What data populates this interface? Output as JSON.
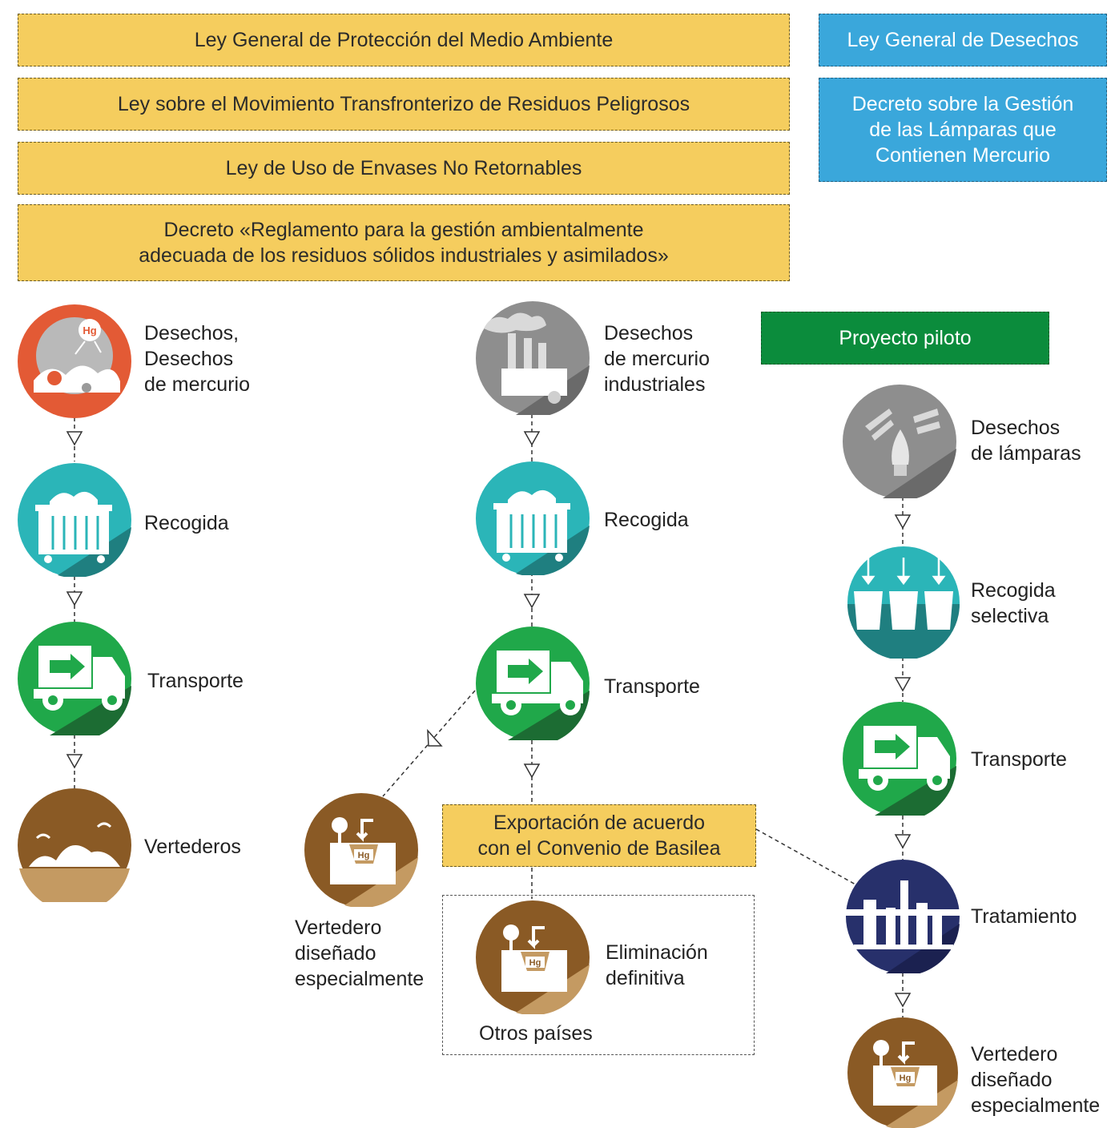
{
  "laws": [
    {
      "text": "Ley General de Protección del Medio Ambiente"
    },
    {
      "text": "Ley sobre el Movimiento Transfronterizo de Residuos Peligrosos"
    },
    {
      "text": "Ley de Uso de Envases No Retornables"
    },
    {
      "text": "Decreto «Reglamento para la gestión ambientalmente\nadecuada de los residuos sólidos industriales y asimilados»"
    }
  ],
  "mercury_laws": [
    {
      "text": "Ley General de Desechos"
    },
    {
      "text": "Decreto sobre la Gestión\nde las Lámparas que\nContienen Mercurio"
    }
  ],
  "pilot": {
    "text": "Proyecto piloto"
  },
  "export": {
    "text": "Exportación de acuerdo\ncon el Convenio de Basilea"
  },
  "other_countries": "Otros países",
  "flow1": {
    "waste": "Desechos,\nDesechos\nde mercurio",
    "collection": "Recogida",
    "transport": "Transporte",
    "landfill": "Vertederos"
  },
  "flow2": {
    "waste": "Desechos\nde mercurio\nindustriales",
    "collection": "Recogida",
    "transport": "Transporte",
    "special_landfill": "Vertedero\ndiseñado\nespecialmente",
    "disposal": "Eliminación\ndefinitiva"
  },
  "flow3": {
    "waste": "Desechos\nde lámparas",
    "collection": "Recogida\nselectiva",
    "transport": "Transporte",
    "treatment": "Tratamiento",
    "special_landfill": "Vertedero\ndiseñado\nespecialmente"
  },
  "hg_label": "Hg",
  "colors": {
    "law_yellow": "#f5cd5e",
    "blue": "#3aa7db",
    "pilot_green": "#0b8c3c",
    "red": "#e35a35",
    "teal": "#2bb5b8",
    "green": "#20a84a",
    "brown": "#8a5a25",
    "gray": "#8e8e8e",
    "navy": "#27306b"
  }
}
